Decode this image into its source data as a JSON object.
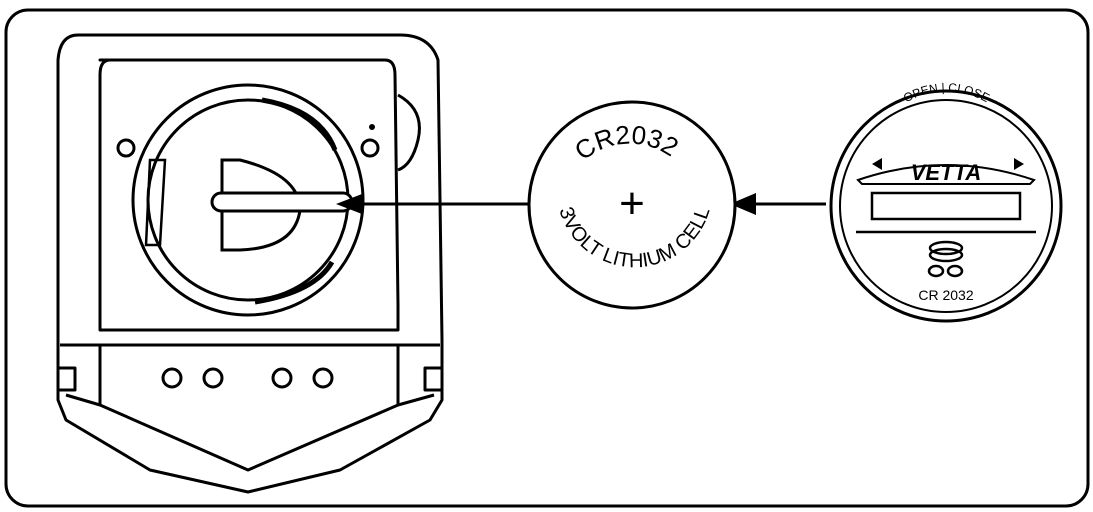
{
  "battery": {
    "model": "CR2032",
    "plus_sign": "+",
    "spec_text": "3VOLT LITHIUM CELL"
  },
  "cap": {
    "label_open": "OPEN",
    "label_close": "CLOSE",
    "brand": "VETTA",
    "battery_model": "CR 2032"
  },
  "colors": {
    "line": "#000000",
    "background": "#ffffff"
  }
}
